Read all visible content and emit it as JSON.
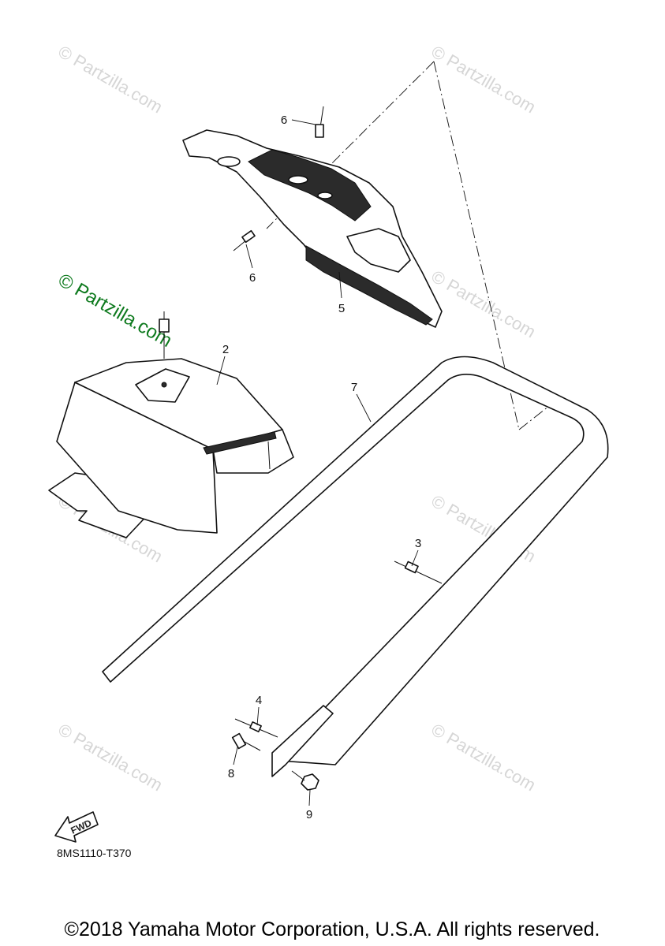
{
  "diagram": {
    "callouts": {
      "c2": "2",
      "c3": "3",
      "c4": "4",
      "c5": "5",
      "c6a": "6",
      "c6b": "6",
      "c7": "7",
      "c8": "8",
      "c9": "9"
    },
    "fwd_label": "FWD",
    "diagram_code": "8MS1110-T370"
  },
  "watermark": {
    "text": "© Partzilla.com"
  },
  "footer": {
    "copyright": "©2018 Yamaha Motor Corporation, U.S.A. All rights reserved."
  }
}
